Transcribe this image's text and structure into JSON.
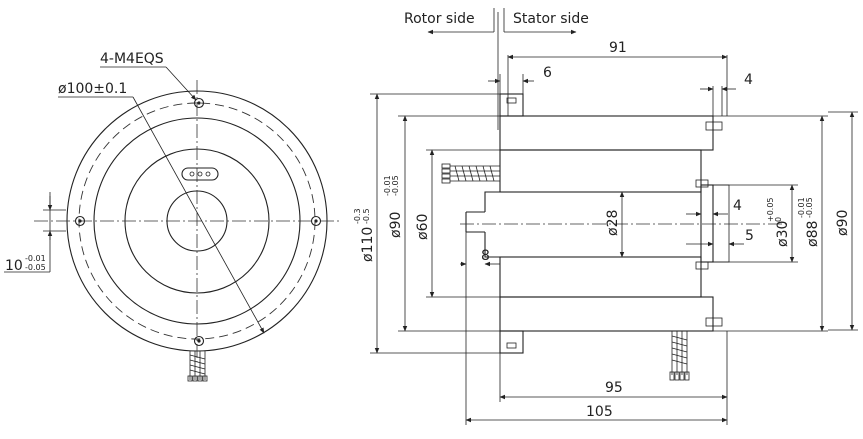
{
  "labels": {
    "rotor_side": "Rotor side",
    "stator_side": "Stator side",
    "holes": "4-M4EQS",
    "pcd": "ø100±0.1",
    "ten": "10",
    "ten_tol_up": "-0.01",
    "ten_tol_dn": "-0.05",
    "d91": "91",
    "d6": "6",
    "d4_top": "4",
    "d110": "ø110",
    "d110_tol_up": "-0.3",
    "d110_tol_dn": "-0.5",
    "d90a": "ø90",
    "d90a_tol_up": "-0.01",
    "d90a_tol_dn": "-0.05",
    "d60": "ø60",
    "d28": "ø28",
    "d4_mid": "4",
    "d5": "5",
    "d30": "ø30",
    "d30_tol_up": "+0.05",
    "d30_tol_dn": "0",
    "d88": "ø88",
    "d88_tol_up": "-0.01",
    "d88_tol_dn": "-0.05",
    "d90b": "ø90",
    "d8": "8",
    "d95": "95",
    "d105": "105"
  },
  "colors": {
    "line": "#222222",
    "background": "#ffffff"
  }
}
